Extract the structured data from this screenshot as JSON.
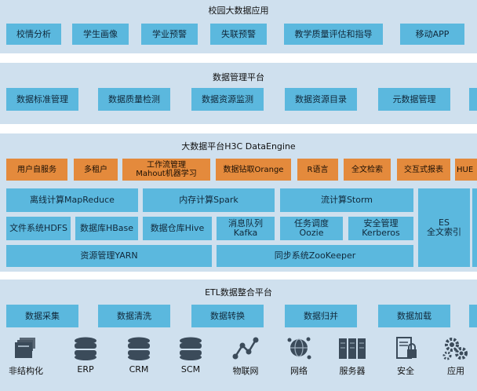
{
  "sections": {
    "apps": {
      "title": "校园大数据应用",
      "items": [
        "校情分析",
        "学生画像",
        "学业预警",
        "失联预警",
        "教学质量评估和指导",
        "移动APP"
      ]
    },
    "mgmt": {
      "title": "数据管理平台",
      "items": [
        "数据标准管理",
        "数据质量检测",
        "数据资源监测",
        "数据资源目录",
        "元数据管理"
      ]
    },
    "engine": {
      "title": "大数据平台H3C DataEngine",
      "orange": [
        "用户自服务",
        "多租户",
        [
          "工作流管理",
          "Mahout机器学习"
        ],
        "数据钻取Orange",
        "R语言",
        "全文检索",
        "交互式报表",
        "HUE"
      ],
      "compute": [
        "离线计算MapReduce",
        "内存计算Spark",
        "流计算Storm"
      ],
      "storage": [
        "文件系统HDFS",
        "数据库HBase",
        "数据仓库Hive",
        [
          "消息队列",
          "Kafka"
        ],
        [
          "任务调度",
          "Oozie"
        ],
        [
          "安全管理",
          "Kerberos"
        ]
      ],
      "yarn": "资源管理YARN",
      "zookeeper": "同步系统ZooKeeper",
      "es": [
        "ES",
        "全文索引"
      ]
    },
    "etl": {
      "title": "ETL数据整合平台",
      "items": [
        "数据采集",
        "数据清洗",
        "数据转换",
        "数据归并",
        "数据加载"
      ]
    },
    "sources": [
      {
        "icon": "unstructured-icon",
        "label": "非结构化"
      },
      {
        "icon": "erp-database-icon",
        "label": "ERP"
      },
      {
        "icon": "crm-database-icon",
        "label": "CRM"
      },
      {
        "icon": "scm-database-icon",
        "label": "SCM"
      },
      {
        "icon": "iot-network-icon",
        "label": "物联网"
      },
      {
        "icon": "network-globe-icon",
        "label": "网络"
      },
      {
        "icon": "server-icon",
        "label": "服务器"
      },
      {
        "icon": "security-lock-icon",
        "label": "安全"
      },
      {
        "icon": "application-gear-icon",
        "label": "应用"
      }
    ]
  },
  "colors": {
    "band": "#cfe0ee",
    "blue_box": "#5bb8de",
    "orange_box": "#e48a3c",
    "icon": "#3b4b5a"
  }
}
